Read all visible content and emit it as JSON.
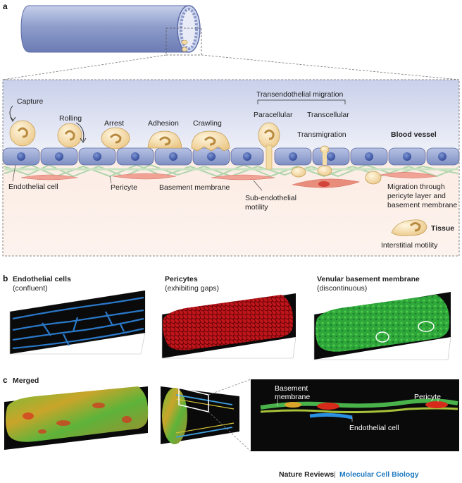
{
  "panel_a": {
    "letter": "a",
    "capture": "Capture",
    "rolling": "Rolling",
    "arrest": "Arrest",
    "adhesion": "Adhesion",
    "crawling": "Crawling",
    "transendothelial": "Transendothelial migration",
    "paracellular": "Paracellular",
    "transcellular": "Transcellular",
    "transmigration": "Transmigration",
    "blood_vessel": "Blood vessel",
    "endothelial_cell": "Endothelial cell",
    "pericyte": "Pericyte",
    "basement_membrane": "Basement membrane",
    "subendo_1": "Sub-endothelial",
    "subendo_2": "motility",
    "migration_1": "Migration through",
    "migration_2": "pericyte layer and",
    "migration_3": "basement membrane",
    "tissue": "Tissue",
    "interstitial": "Interstitial motility"
  },
  "panel_b": {
    "letter": "b",
    "endo_title": "Endothelial cells",
    "endo_sub": "(confluent)",
    "peri_title": "Pericytes",
    "peri_sub": "(exhibiting gaps)",
    "vbm_title": "Venular basement membrane",
    "vbm_sub": "(discontinuous)"
  },
  "panel_c": {
    "letter": "c",
    "merged": "Merged",
    "bm_1": "Basement",
    "bm_2": "membrane",
    "pericyte": "Pericyte",
    "endothelial": "Endothelial cell"
  },
  "footer": {
    "journal": "Nature Reviews",
    "separator": "|",
    "subject": "Molecular Cell Biology"
  },
  "colors": {
    "vessel": "#8fa0cc",
    "endothelium": "#9ba9d2",
    "nucleus": "#3f5aa8",
    "leukocyte": "#f4dca6",
    "basement_membrane": "#a9d3a6",
    "pericyte": "#e88c7c",
    "footer_subject": "#1f7ac0"
  }
}
